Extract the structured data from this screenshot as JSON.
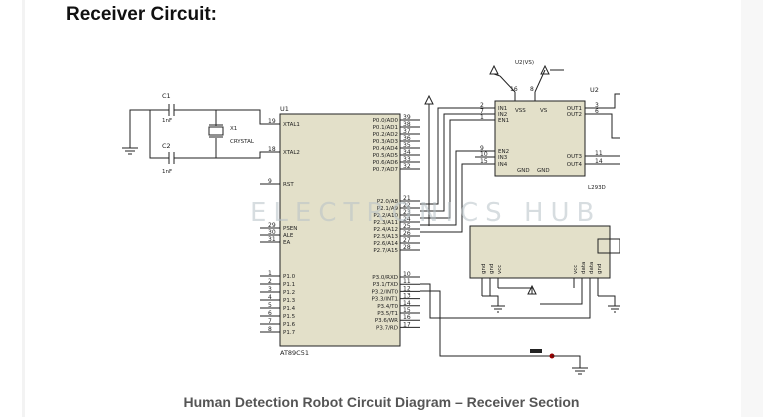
{
  "page": {
    "heading": "Receiver Circuit:",
    "caption": "Human Detection Robot Circuit Diagram – Receiver Section",
    "watermark": "ELECTRONICS HUB"
  },
  "mcu": {
    "ref": "U1",
    "part": "AT89C51",
    "left_pins": [
      {
        "num": "19",
        "name": "XTAL1"
      },
      {
        "num": "18",
        "name": "XTAL2"
      },
      {
        "num": "9",
        "name": "RST"
      },
      {
        "num": "29",
        "name": "PSEN"
      },
      {
        "num": "30",
        "name": "ALE"
      },
      {
        "num": "31",
        "name": "EA"
      },
      {
        "num": "1",
        "name": "P1.0"
      },
      {
        "num": "2",
        "name": "P1.1"
      },
      {
        "num": "3",
        "name": "P1.2"
      },
      {
        "num": "4",
        "name": "P1.3"
      },
      {
        "num": "5",
        "name": "P1.4"
      },
      {
        "num": "6",
        "name": "P1.5"
      },
      {
        "num": "7",
        "name": "P1.6"
      },
      {
        "num": "8",
        "name": "P1.7"
      }
    ],
    "right_pins": [
      {
        "num": "39",
        "name": "P0.0/AD0"
      },
      {
        "num": "38",
        "name": "P0.1/AD1"
      },
      {
        "num": "37",
        "name": "P0.2/AD2"
      },
      {
        "num": "36",
        "name": "P0.3/AD3"
      },
      {
        "num": "35",
        "name": "P0.4/AD4"
      },
      {
        "num": "34",
        "name": "P0.5/AD5"
      },
      {
        "num": "33",
        "name": "P0.6/AD6"
      },
      {
        "num": "32",
        "name": "P0.7/AD7"
      },
      {
        "num": "21",
        "name": "P2.0/A8"
      },
      {
        "num": "22",
        "name": "P2.1/A9"
      },
      {
        "num": "23",
        "name": "P2.2/A10"
      },
      {
        "num": "24",
        "name": "P2.3/A11"
      },
      {
        "num": "25",
        "name": "P2.4/A12"
      },
      {
        "num": "26",
        "name": "P2.5/A13"
      },
      {
        "num": "27",
        "name": "P2.6/A14"
      },
      {
        "num": "28",
        "name": "P2.7/A15"
      },
      {
        "num": "10",
        "name": "P3.0/RXD"
      },
      {
        "num": "11",
        "name": "P3.1/TXD"
      },
      {
        "num": "12",
        "name": "P3.2/INT0"
      },
      {
        "num": "13",
        "name": "P3.3/INT1"
      },
      {
        "num": "14",
        "name": "P3.4/T0"
      },
      {
        "num": "15",
        "name": "P3.5/T1"
      },
      {
        "num": "16",
        "name": "P3.6/WR"
      },
      {
        "num": "17",
        "name": "P3.7/RD"
      }
    ]
  },
  "crystal": {
    "ref": "X1",
    "label": "CRYSTAL"
  },
  "capacitors": [
    {
      "ref": "C1",
      "value": "1nF"
    },
    {
      "ref": "C2",
      "value": "1nF"
    }
  ],
  "driver": {
    "ref": "U2",
    "part": "L293D",
    "supply_label": "U2(VS)",
    "top_pins": [
      "16",
      "8"
    ],
    "left_pins": [
      {
        "num": "2",
        "name": "IN1"
      },
      {
        "num": "7",
        "name": "IN2"
      },
      {
        "num": "1",
        "name": "EN1"
      },
      {
        "num": "9",
        "name": "EN2"
      },
      {
        "num": "10",
        "name": "IN3"
      },
      {
        "num": "15",
        "name": "IN4"
      }
    ],
    "inner_labels": [
      "VSS",
      "VS",
      "GND",
      "GND"
    ],
    "right_pins": [
      {
        "num": "3",
        "name": "OUT1"
      },
      {
        "num": "6",
        "name": "OUT2"
      },
      {
        "num": "11",
        "name": "OUT3"
      },
      {
        "num": "14",
        "name": "OUT4"
      }
    ]
  },
  "receiver": {
    "pins_left": [
      "gnd",
      "gnd",
      "vcc"
    ],
    "pins_right": [
      "vcc",
      "data",
      "data",
      "gnd"
    ]
  }
}
